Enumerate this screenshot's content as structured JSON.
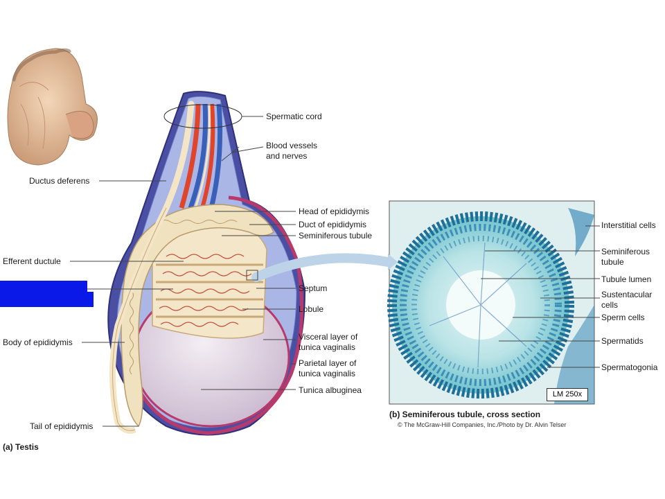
{
  "labels": {
    "spermatic_cord": "Spermatic cord",
    "blood_vessels": "Blood vessels\nand nerves",
    "ductus_deferens": "Ductus deferens",
    "head_epididymis": "Head of epididymis",
    "duct_epididymis": "Duct of epididymis",
    "seminiferous_tubule_a": "Seminiferous tubule",
    "efferent_ductule": "Efferent ductule",
    "septum": "Septum",
    "lobule": "Lobule",
    "body_epididymis": "Body of epididymis",
    "visceral_layer": "Visceral layer of\ntunica vaginalis",
    "parietal_layer": "Parietal layer of\ntunica vaginalis",
    "tunica_albuginea": "Tunica albuginea",
    "tail_epididymis": "Tail of epididymis",
    "interstitial_cells": "Interstitial cells",
    "seminiferous_tubule_b": "Seminiferous\ntubule",
    "tubule_lumen": "Tubule lumen",
    "sustentacular_cells": "Sustentacular\ncells",
    "sperm_cells": "Sperm cells",
    "spermatids": "Spermatids",
    "spermatogonia": "Spermatogonia"
  },
  "captions": {
    "a": "(a) Testis",
    "b": "(b) Seminiferous tubule, cross section",
    "credit": "© The McGraw-Hill Companies, Inc./Photo by Dr. Alvin Telser"
  },
  "scale_label": "LM 250x",
  "colors": {
    "redaction": "#0a18e8",
    "artery": "#e0442a",
    "vein": "#3a5fb8",
    "epididymis": "#f1e2bf",
    "stain": "#2f9fb0"
  }
}
